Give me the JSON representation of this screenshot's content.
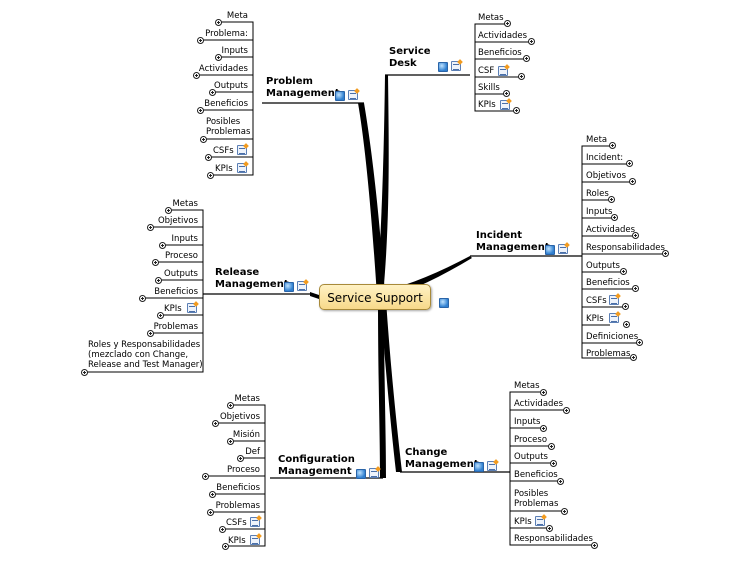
{
  "central": "Service Support",
  "branches": {
    "service_desk": {
      "title_lines": [
        "Service",
        "Desk"
      ],
      "items": [
        "Metas",
        "Actividades",
        "Beneficios",
        "CSF",
        "Skills",
        "KPIs"
      ]
    },
    "problem_management": {
      "title_lines": [
        "Problem",
        "Management"
      ],
      "items": [
        "Meta",
        "Problema:",
        "Inputs",
        "Actividades",
        "Outputs",
        "Beneficios",
        "Posibles",
        "Problemas",
        "CSFs",
        "KPIs"
      ]
    },
    "incident_management": {
      "title_lines": [
        "Incident",
        "Management"
      ],
      "items": [
        "Meta",
        "Incident:",
        "Objetivos",
        "Roles",
        "Inputs",
        "Actividades",
        "Responsabilidades",
        "Outputs",
        "Beneficios",
        "CSFs",
        "KPIs",
        "Definiciones",
        "Problemas"
      ]
    },
    "release_management": {
      "title_lines": [
        "Release",
        "Management"
      ],
      "items": [
        "Metas",
        "Objetivos",
        "Inputs",
        "Proceso",
        "Outputs",
        "Beneficios",
        "KPIs",
        "Problemas",
        "Roles y Responsabilidades",
        "(mezclado con Change,",
        "Release and Test Manager)"
      ]
    },
    "configuration_management": {
      "title_lines": [
        "Configuration",
        "Management"
      ],
      "items": [
        "Metas",
        "Objetivos",
        "Misión",
        "Def",
        "Proceso",
        "Beneficios",
        "Problemas",
        "CSFs",
        "KPIs"
      ]
    },
    "change_management": {
      "title_lines": [
        "Change",
        "Management"
      ],
      "items": [
        "Metas",
        "Actividades",
        "Inputs",
        "Proceso",
        "Outputs",
        "Beneficios",
        "Posibles",
        "Problemas",
        "KPIs",
        "Responsabilidades"
      ]
    }
  }
}
